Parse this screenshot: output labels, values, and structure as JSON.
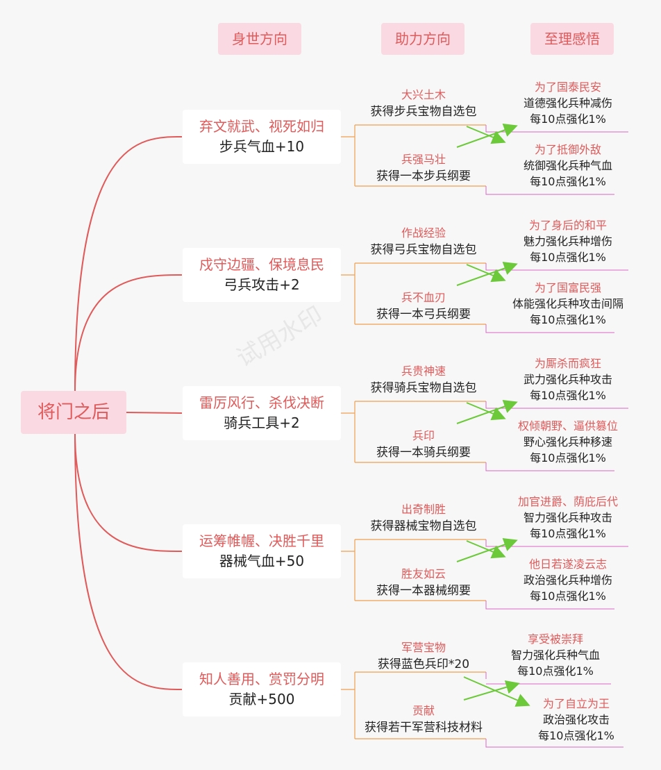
{
  "headers": {
    "origin": "身世方向",
    "assist": "助力方向",
    "insight": "至理感悟"
  },
  "root": "将门之后",
  "watermark": "试用水印",
  "branches": [
    {
      "title": "弃文就武、视死如归",
      "bonus": "步兵气血+10",
      "assist": [
        {
          "title": "大兴土木",
          "desc": "获得步兵宝物自选包"
        },
        {
          "title": "兵强马壮",
          "desc": "获得一本步兵纲要"
        }
      ],
      "insight": [
        {
          "title": "为了国泰民安",
          "line1": "道德强化兵种减伤",
          "line2": "每10点强化1%"
        },
        {
          "title": "为了抵御外敌",
          "line1": "统御强化兵种气血",
          "line2": "每10点强化1%"
        }
      ]
    },
    {
      "title": "戍守边疆、保境息民",
      "bonus": "弓兵攻击+2",
      "assist": [
        {
          "title": "作战经验",
          "desc": "获得弓兵宝物自选包"
        },
        {
          "title": "兵不血刃",
          "desc": "获得一本弓兵纲要"
        }
      ],
      "insight": [
        {
          "title": "为了身后的和平",
          "line1": "魅力强化兵种增伤",
          "line2": "每10点强化1%"
        },
        {
          "title": "为了国富民强",
          "line1": "体能强化兵种攻击间隔",
          "line2": "每10点强化1%"
        }
      ]
    },
    {
      "title": "雷厉风行、杀伐决断",
      "bonus": "骑兵工具+2",
      "assist": [
        {
          "title": "兵贵神速",
          "desc": "获得骑兵宝物自选包"
        },
        {
          "title": "兵印",
          "desc": "获得一本骑兵纲要"
        }
      ],
      "insight": [
        {
          "title": "为厮杀而疯狂",
          "line1": "武力强化兵种攻击",
          "line2": "每10点强化1%"
        },
        {
          "title": "权倾朝野、逼供篡位",
          "line1": "野心强化兵种移速",
          "line2": "每10点强化1%"
        }
      ]
    },
    {
      "title": "运筹帷幄、决胜千里",
      "bonus": "器械气血+50",
      "assist": [
        {
          "title": "出奇制胜",
          "desc": "获得器械宝物自选包"
        },
        {
          "title": "胜友如云",
          "desc": "获得一本器械纲要"
        }
      ],
      "insight": [
        {
          "title": "加官进爵、荫庇后代",
          "line1": "智力强化兵种攻击",
          "line2": "每10点强化1%"
        },
        {
          "title": "他日若遂凌云志",
          "line1": "政治强化兵种增伤",
          "line2": "每10点强化1%"
        }
      ]
    },
    {
      "title": "知人善用、赏罚分明",
      "bonus": "贡献+500",
      "assist": [
        {
          "title": "军营宝物",
          "desc": "获得蓝色兵印*20"
        },
        {
          "title": "贡献",
          "desc": "获得若干军营科技材料"
        }
      ],
      "insight": [
        {
          "title": "享受被崇拜",
          "line1": "智力强化兵种气血",
          "line2": "每10点强化1%"
        },
        {
          "title": "为了自立为王",
          "line1": "政治强化攻击",
          "line2": "每10点强化1%"
        }
      ]
    }
  ]
}
